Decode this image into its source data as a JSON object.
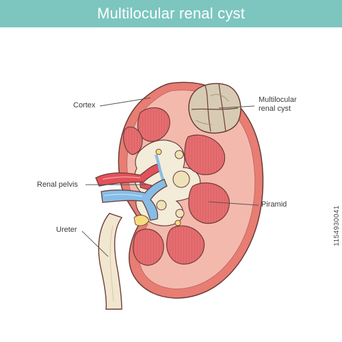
{
  "title": "Multilocular renal cyst",
  "labels": {
    "cortex": "Cortex",
    "cyst_line1": "Multilocular",
    "cyst_line2": "renal cyst",
    "renal_pelvis": "Renal pelvis",
    "piramid": "Piramid",
    "ureter": "Ureter"
  },
  "side_id": "1154930041",
  "colors": {
    "header": "#7cc6bf",
    "cortex": "#f4b9ad",
    "capsule": "#e77d73",
    "pyramid": "#e66d6f",
    "pelvis": "#f2ecd9",
    "cyst": "#d8cbb3",
    "artery": "#e2525a",
    "vein": "#86bde6",
    "outline": "#6b3c38"
  }
}
